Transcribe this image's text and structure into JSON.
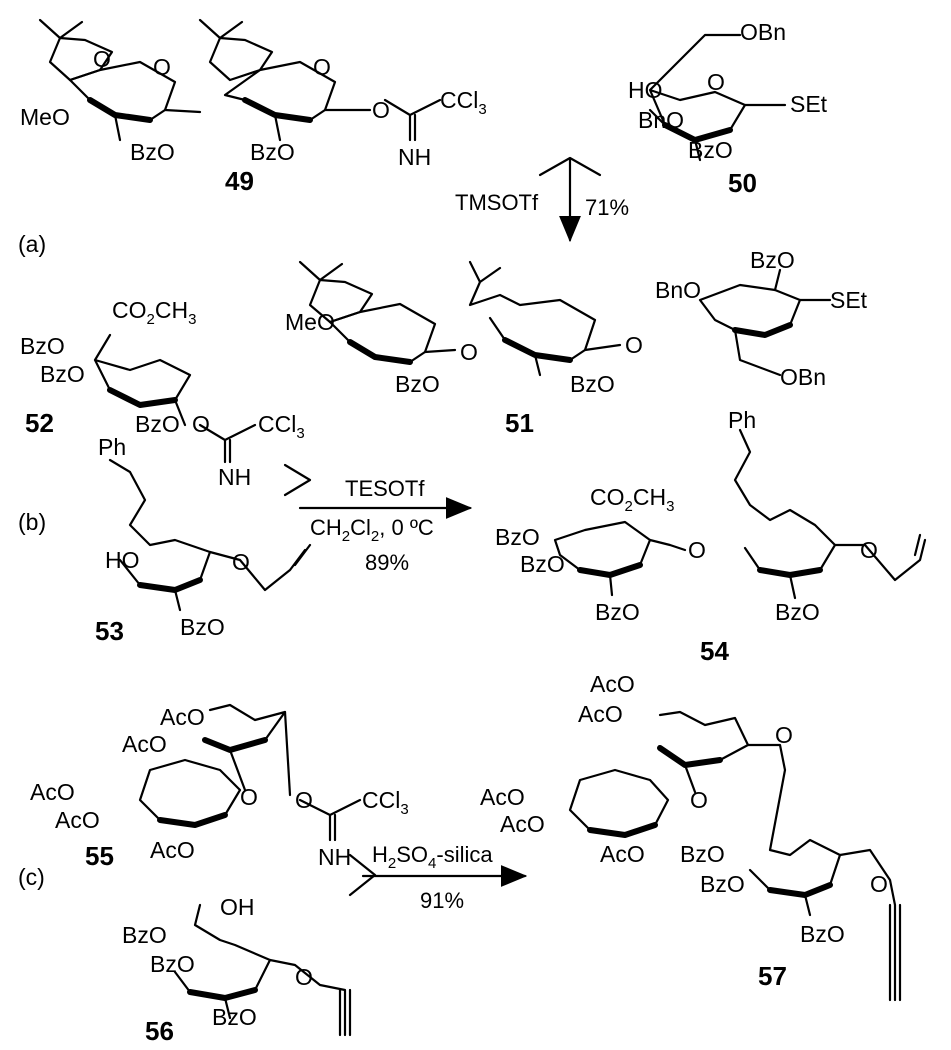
{
  "compounds": {
    "c49": "49",
    "c50": "50",
    "c51": "51",
    "c52": "52",
    "c53": "53",
    "c54": "54",
    "c55": "55",
    "c56": "56",
    "c57": "57"
  },
  "parts": {
    "a": "(a)",
    "b": "(b)",
    "c": "(c)"
  },
  "reactions": {
    "a": {
      "reagent": "TMSOTf",
      "yield": "71%"
    },
    "b": {
      "reagent": "TESOTf",
      "solvent": "CH",
      "solvent_sub": "2",
      "solvent_rest": "Cl",
      "solvent_sub2": "2",
      "temp": ", 0 ºC",
      "yield": "89%"
    },
    "c": {
      "reagent_a": "H",
      "reagent_sub": "2",
      "reagent_b": "SO",
      "reagent_sub2": "4",
      "reagent_c": "-silica",
      "yield": "91%"
    }
  },
  "groups": {
    "MeO": "MeO",
    "BzO": "BzO",
    "BnO": "BnO",
    "AcO": "AcO",
    "HO": "HO",
    "OH": "OH",
    "O": "O",
    "OBn": "OBn",
    "SEt": "SEt",
    "NH": "NH",
    "Ph": "Ph",
    "CCl3": "CCl",
    "CCl3_sub": "3",
    "CO2CH3": "CO",
    "CO2CH3_sub": "2",
    "CO2CH3_rest": "CH",
    "CO2CH3_sub2": "3"
  }
}
